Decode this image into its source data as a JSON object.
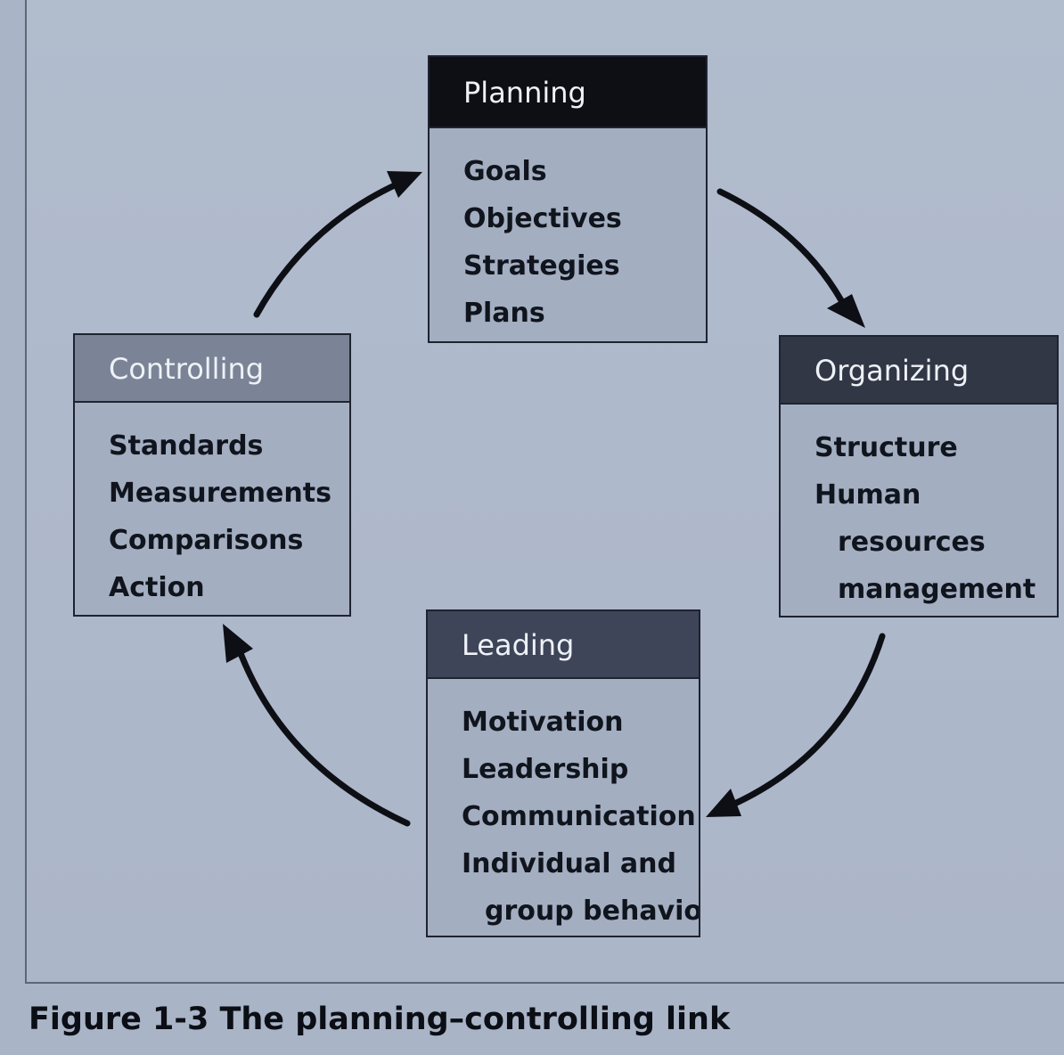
{
  "boxes": {
    "planning": {
      "title": "Planning",
      "items": [
        "Goals",
        "Objectives",
        "Strategies",
        "Plans"
      ]
    },
    "organizing": {
      "title": "Organizing",
      "items": [
        "Structure",
        "Human",
        "resources",
        "management"
      ]
    },
    "leading": {
      "title": "Leading",
      "items": [
        "Motivation",
        "Leadership",
        "Communication",
        "Individual and",
        "group behavior"
      ]
    },
    "controlling": {
      "title": "Controlling",
      "items": [
        "Standards",
        "Measurements",
        "Comparisons",
        "Action"
      ]
    }
  },
  "caption": "Figure 1-3 The planning–controlling link",
  "colors": {
    "background": "#a9b4c6",
    "box_fill": "#a3aec1",
    "planning_header": "#0d0f15",
    "organizing_header": "#323746",
    "leading_header": "#3e4558",
    "controlling_header": "#7a8496",
    "arrow": "#0d0f15"
  }
}
